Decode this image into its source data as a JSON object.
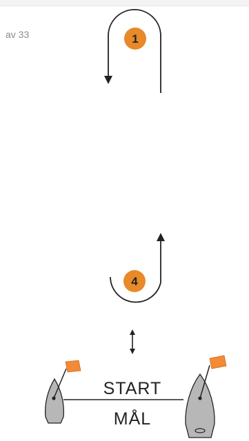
{
  "page_counter": "av 33",
  "marks": [
    {
      "number": "1"
    },
    {
      "number": "4"
    }
  ],
  "line": {
    "top_label": "START",
    "bottom_label": "MÅL"
  },
  "colors": {
    "mark": "#E8892A",
    "flag": "#F28A36",
    "boat_fill": "#B7B7B7",
    "line": "#222222"
  }
}
